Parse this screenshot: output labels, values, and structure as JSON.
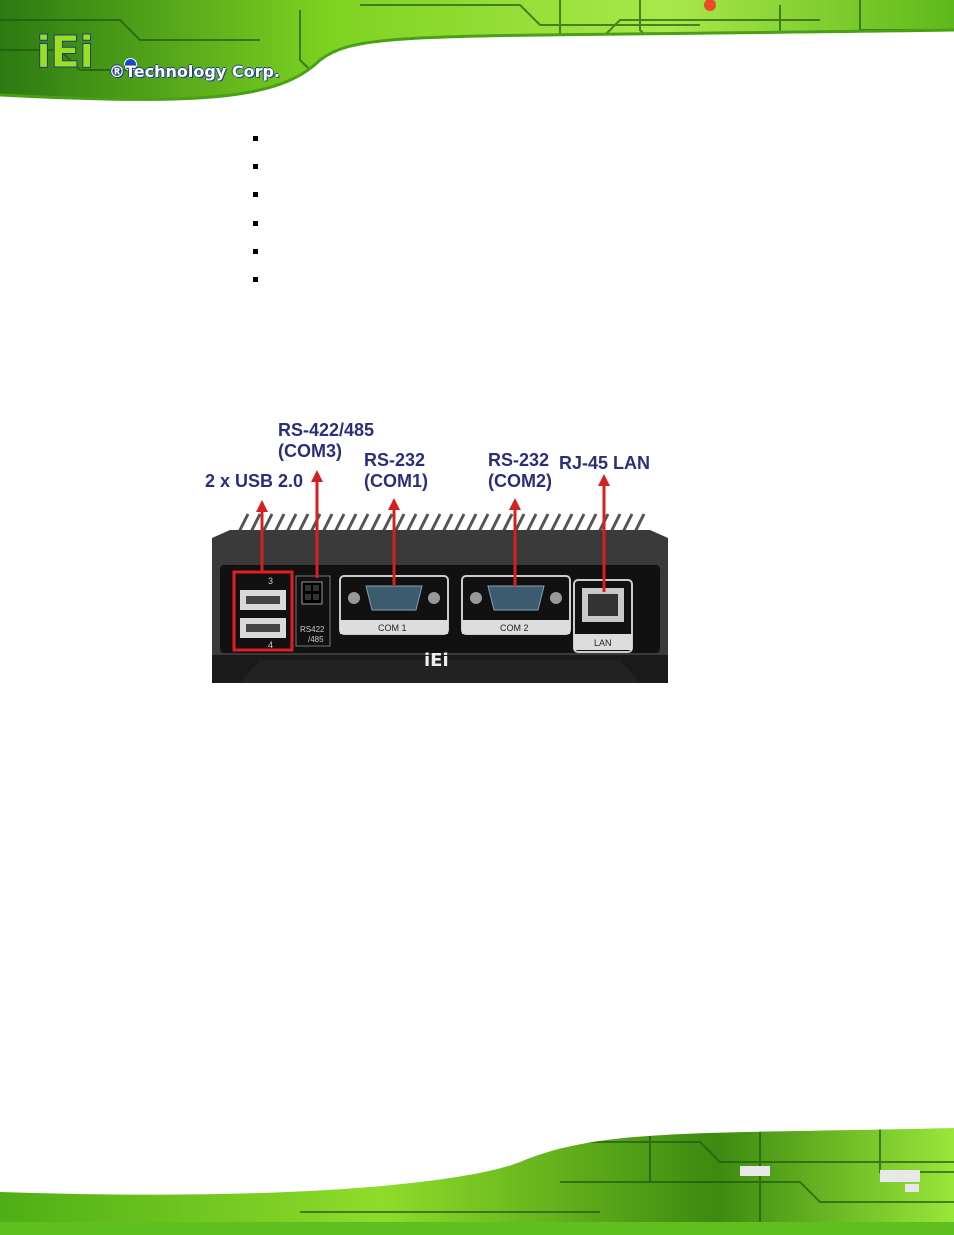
{
  "header": {
    "logo_text": "iEi",
    "logo_subtitle": "®Technology Corp.",
    "colors": {
      "green": "#7fd21a",
      "dark_green": "#2f6e0d",
      "logo_blue": "#1a3f8c"
    }
  },
  "bullets": [
    "",
    "",
    "",
    "",
    "",
    ""
  ],
  "figure": {
    "labels": {
      "usb": "2 x USB 2.0",
      "com3_line1": "RS-422/485",
      "com3_line2": "(COM3)",
      "com1_line1": "RS-232",
      "com1_line2": "(COM1)",
      "com2_line1": "RS-232",
      "com2_line2": "(COM2)",
      "lan": "RJ-45 LAN"
    },
    "panel_text": {
      "usb_top": "3",
      "usb_bottom": "4",
      "rs422_line1": "RS422",
      "rs422_line2": "/485",
      "com1": "COM 1",
      "com2": "COM 2",
      "lan": "LAN",
      "brand": "iEi"
    },
    "colors": {
      "arrow": "#d42020",
      "label": "#2a2f7a",
      "highlight": "#e02020"
    }
  }
}
